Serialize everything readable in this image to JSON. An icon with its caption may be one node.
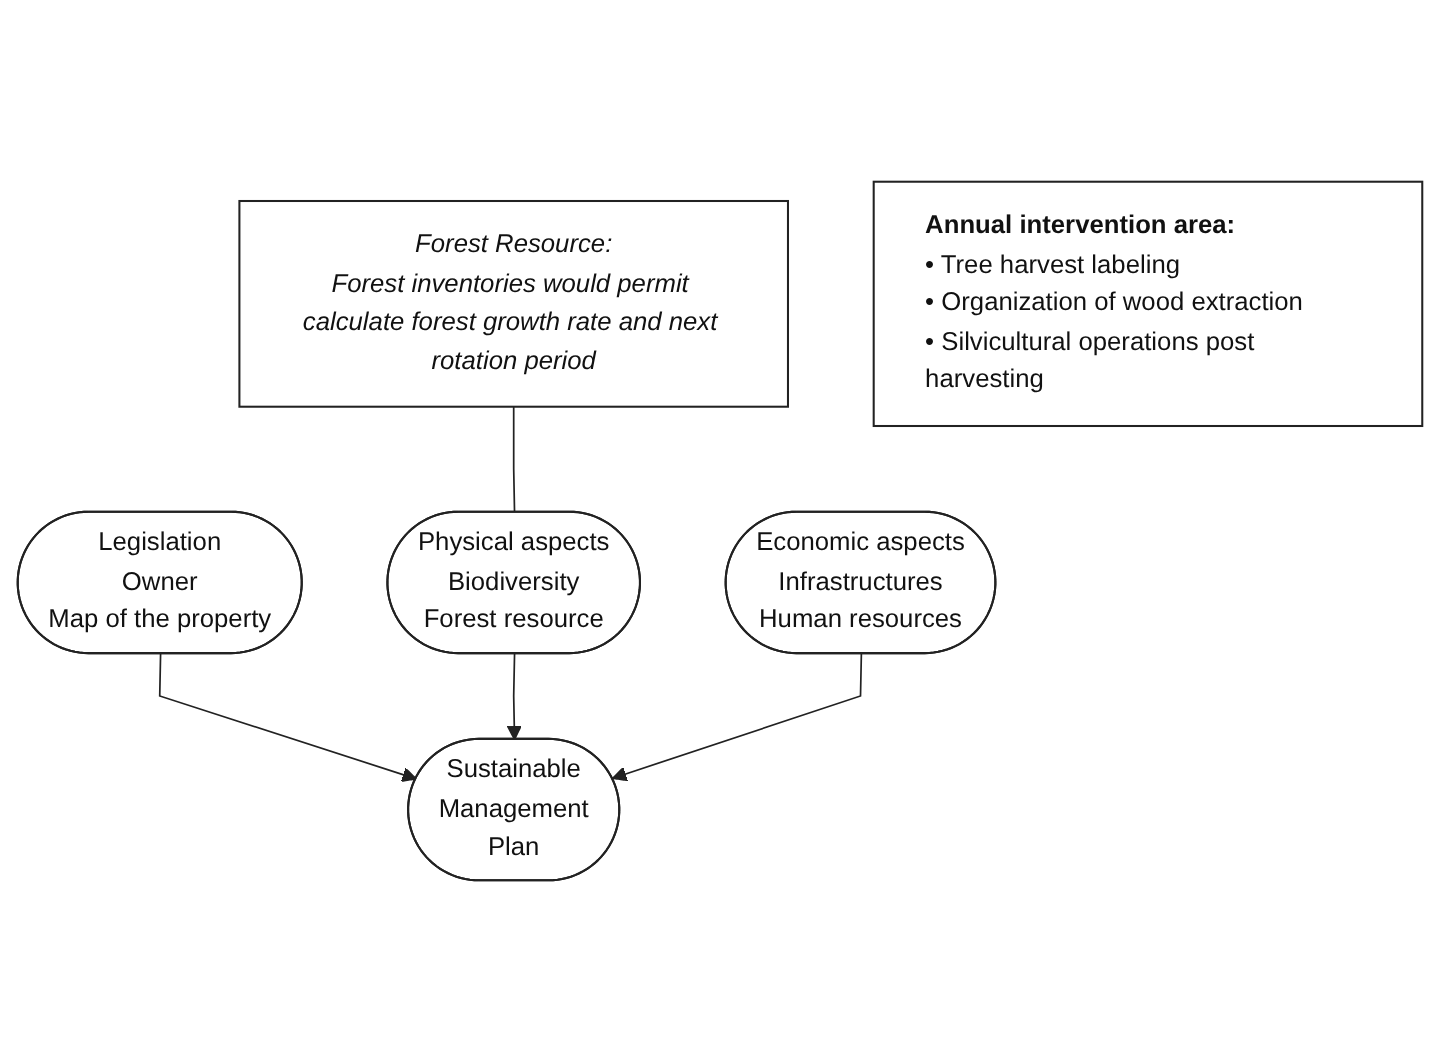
{
  "diagram": {
    "nodes": [
      {
        "text": [
          "Legislation",
          "Owner",
          "Map of the property"
        ]
      },
      {
        "text": [
          "Forest Resource:",
          "Forest inventories would permit calculate forest growth rate and next rotation period"
        ]
      },
      {
        "text": [
          "Sustainable Management Plan"
        ]
      },
      {
        "text": [
          "Physical aspects",
          "Biodiversity",
          "Forest resource"
        ]
      },
      {
        "text": [
          "Economic aspects",
          "Infrastructures",
          "Human resources"
        ]
      },
      {
        "text": [
          "Annual intervention area:",
          "• Tree harvest labeling",
          "• Organization of wood extraction",
          "• Silvicultural operations post harvesting"
        ]
      }
    ],
    "edges": [
      {
        "from": 0,
        "to": 2,
        "arrow": "to"
      },
      {
        "from": 1,
        "to": 3,
        "arrow": "none"
      },
      {
        "from": 3,
        "to": 2,
        "arrow": "to"
      },
      {
        "from": 4,
        "to": 2,
        "arrow": "to"
      }
    ]
  }
}
